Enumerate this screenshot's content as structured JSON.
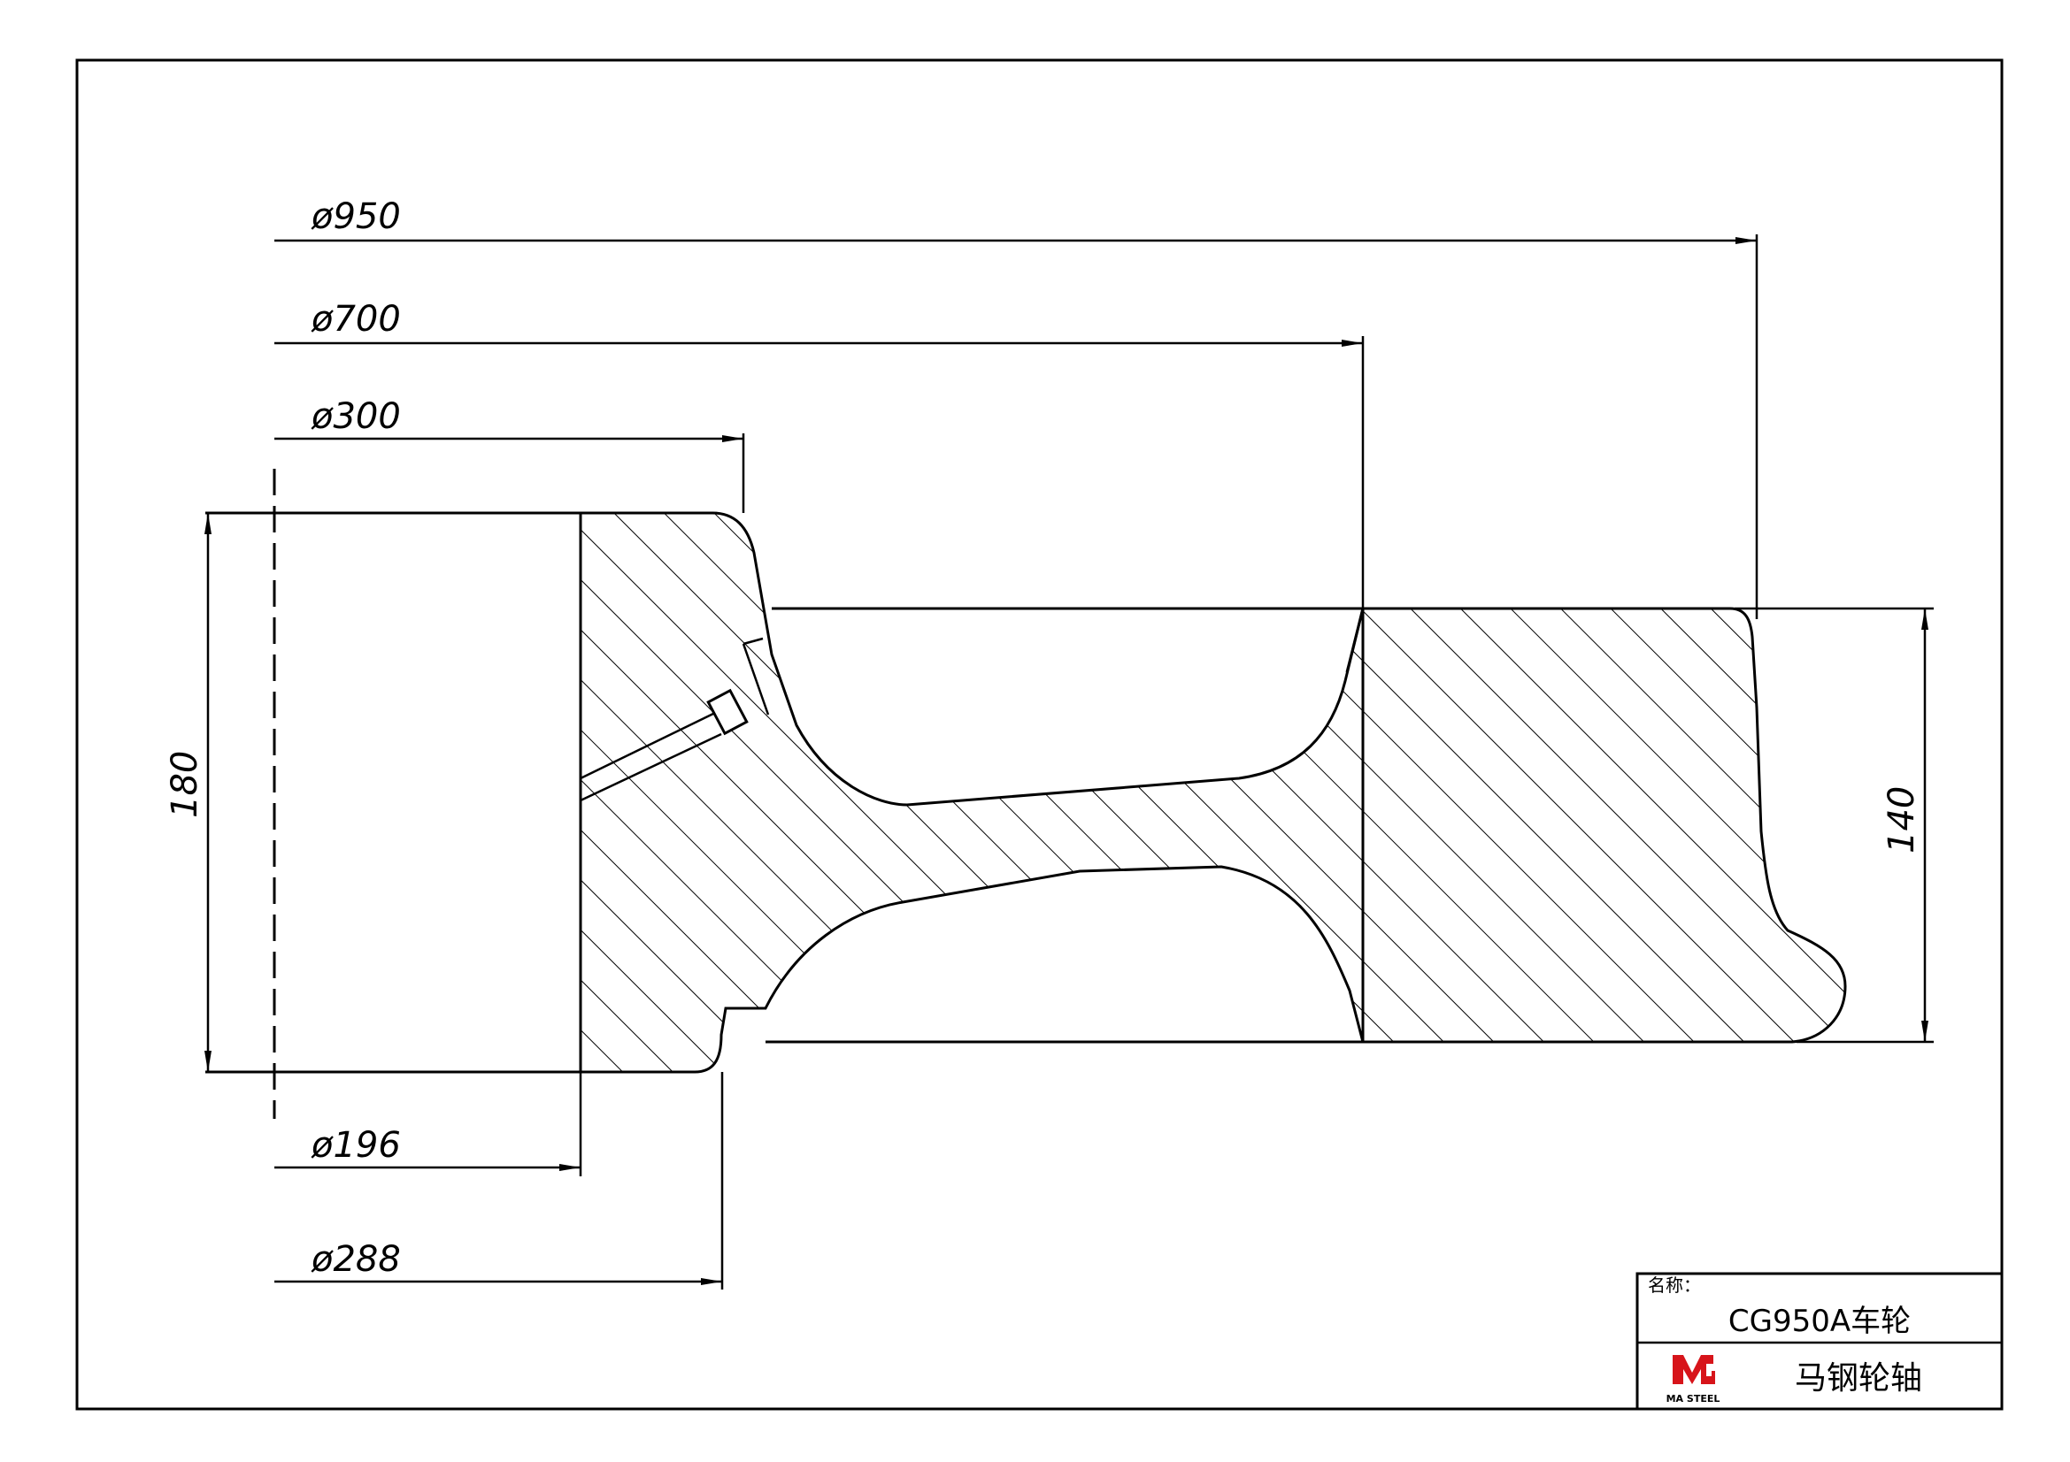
{
  "dimensions": {
    "d950": "ø950",
    "d700": "ø700",
    "d300": "ø300",
    "d196": "ø196",
    "d288": "ø288",
    "h180": "180",
    "h140": "140"
  },
  "title_block": {
    "name_label": "名称：",
    "part_name": "CG950A车轮",
    "company": "马钢轮轴",
    "logo_text": "MA STEEL",
    "logo_color": "#d7141a"
  }
}
